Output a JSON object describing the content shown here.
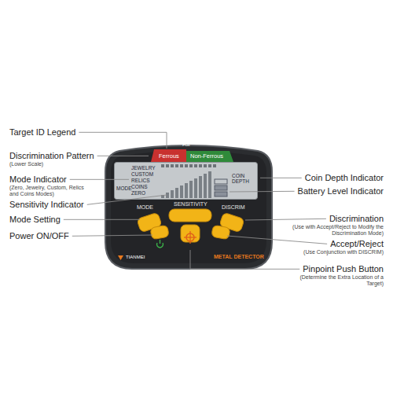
{
  "diagram": {
    "nodes": [
      {
        "text": [
          "Ferrous",
          "Foil",
          "Non-Ferrous",
          "MODE",
          "SENSITIVITY",
          "DISCRIM",
          "TIANMEI",
          "METAL DETECTOR"
        ]
      },
      {
        "text": [
          "MODE",
          "JEWELRY",
          "CUSTOM",
          "RELICS",
          "COINS",
          "ZERO",
          "COIN DEPTH"
        ],
        "in": 0
      }
    ],
    "labels": [
      "Target ID Legend",
      "Discrimination Pattern",
      "(Lower Scale)",
      "Mode Indicator",
      "(Zero, Jewelry, Custom, Relics and Coins Modes)",
      "Sensitivity Indicator",
      "Mode Setting",
      "Power ON/OFF",
      "Coin Depth Indicator",
      "Battery Level Indicator",
      "Discrimination",
      "(Use with Accept/Reject to Modify the Discrimination Mode)",
      "Accept/Reject",
      "(Use Conjunction with DISCRIM)",
      "Pinpoint Push Button",
      "(Determine the Extra Location of a Target)"
    ]
  }
}
